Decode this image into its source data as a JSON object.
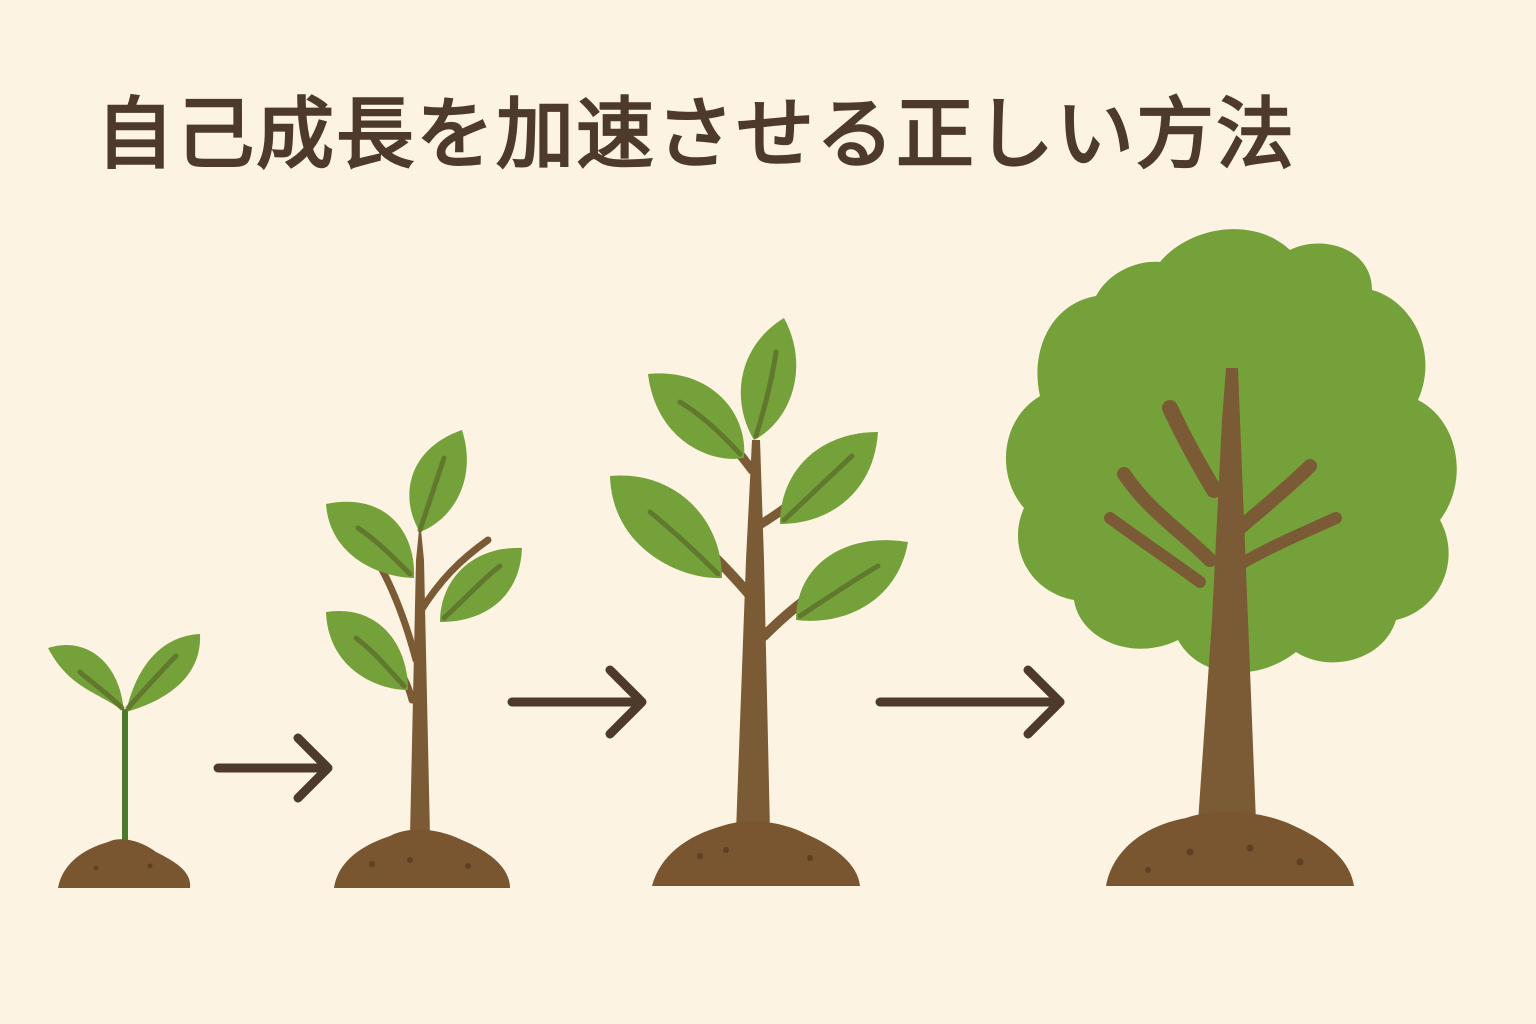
{
  "title": "自己成長を加速させる正しい方法",
  "colors": {
    "background": "#fcf3e2",
    "title_text": "#4d3a2a",
    "leaf": "#75a13a",
    "leaf_vein": "#5d6e2c",
    "trunk": "#7b5b35",
    "sprout_stem": "#4a7a2a",
    "soil": "#7a5630",
    "soil_speck": "#5e4124",
    "arrow": "#4d3a2a"
  },
  "stages": [
    {
      "name": "sprout"
    },
    {
      "name": "young-plant"
    },
    {
      "name": "sapling"
    },
    {
      "name": "tree"
    }
  ]
}
